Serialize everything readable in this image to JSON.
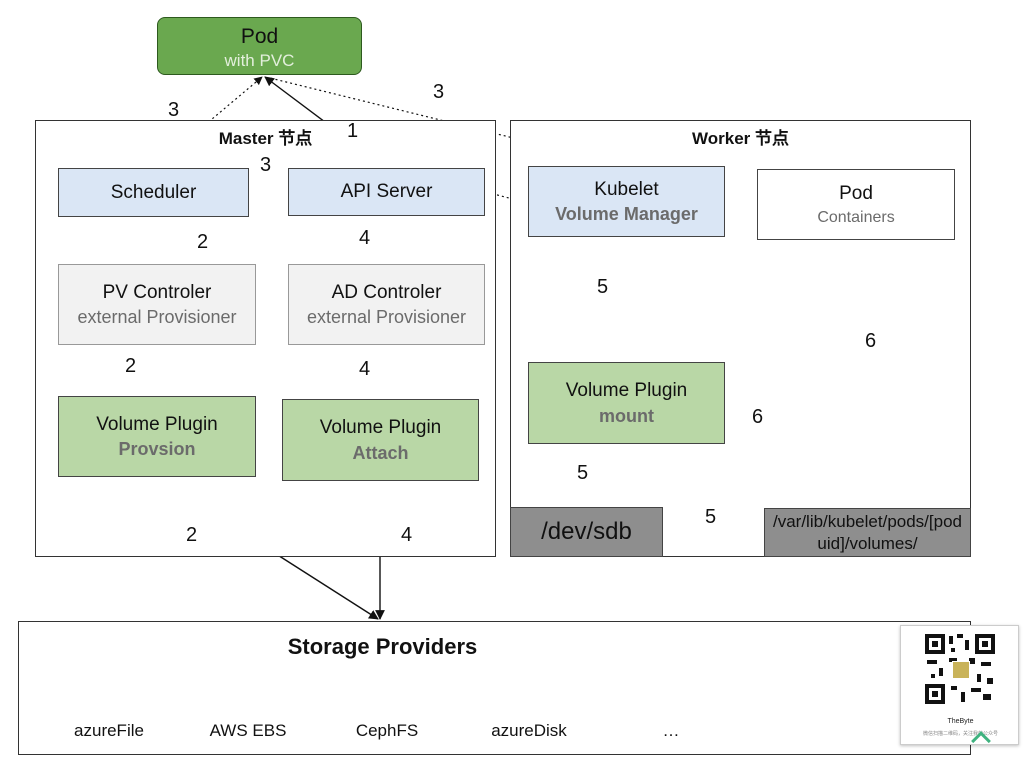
{
  "pod_top": {
    "title": "Pod",
    "subtitle": "with PVC"
  },
  "master": {
    "title": "Master 节点",
    "scheduler": "Scheduler",
    "api_server": "API Server",
    "pv_controller": {
      "title": "PV Controler",
      "subtitle": "external Provisioner"
    },
    "ad_controller": {
      "title": "AD Controler",
      "subtitle": "external Provisioner"
    },
    "volume_plugin_provision": {
      "title": "Volume Plugin",
      "subtitle": "Provsion"
    },
    "volume_plugin_attach": {
      "title": "Volume Plugin",
      "subtitle": "Attach"
    }
  },
  "worker": {
    "title": "Worker 节点",
    "kubelet": {
      "title": "Kubelet",
      "subtitle": "Volume Manager"
    },
    "pod": {
      "title": "Pod",
      "subtitle": "Containers"
    },
    "volume_plugin_mount": {
      "title": "Volume Plugin",
      "subtitle": "mount"
    },
    "dev": "/dev/sdb",
    "volumes_path": "/var/lib/kubelet/pods/[pod uid]/volumes/"
  },
  "storage": {
    "title": "Storage Providers",
    "providers": [
      "azureFile",
      "AWS EBS",
      "CephFS",
      "azureDisk",
      "…"
    ]
  },
  "edge_labels": {
    "l1": "1",
    "l2a": "2",
    "l2b": "2",
    "l2c": "2",
    "l3a": "3",
    "l3b": "3",
    "l3c": "3",
    "l4a": "4",
    "l4b": "4",
    "l4c": "4",
    "l5a": "5",
    "l5b": "5",
    "l5c": "5",
    "l6a": "6",
    "l6b": "6"
  },
  "qr_card": {
    "name": "TheByte",
    "caption": "微信扫描二维码，关注我的公众号"
  }
}
